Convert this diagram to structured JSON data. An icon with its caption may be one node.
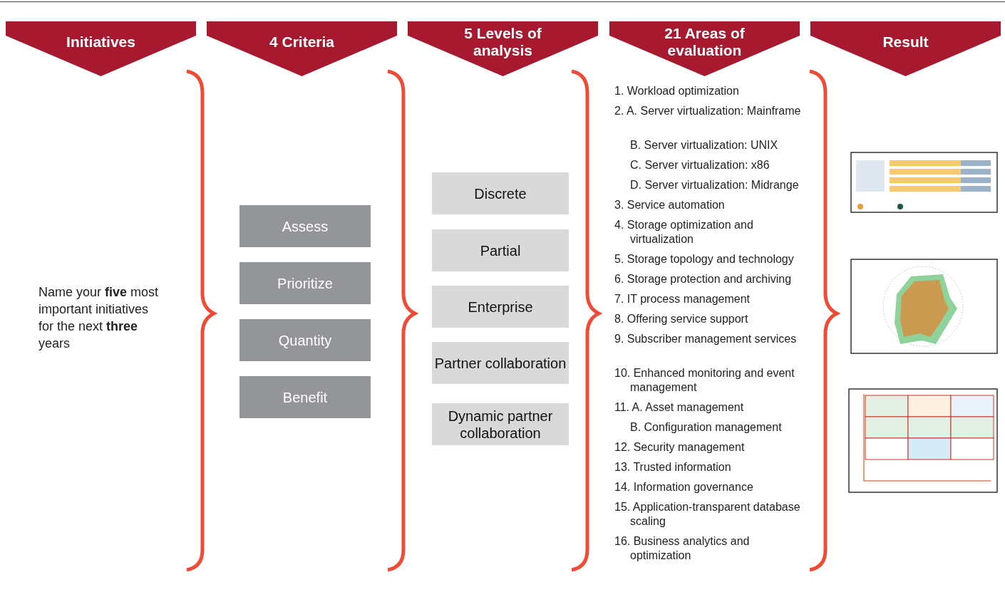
{
  "diagram": {
    "nodes": [
      {
        "text": [
          "Initiatives"
        ]
      },
      {
        "text": [
          "4 Criteria"
        ]
      },
      {
        "text": [
          "5 Levels of analysis"
        ]
      },
      {
        "text": [
          "21 Areas of evaluation"
        ]
      },
      {
        "text": [
          "Result"
        ]
      },
      {
        "text": [
          "Assess"
        ]
      },
      {
        "text": [
          "Prioritize"
        ]
      },
      {
        "text": [
          "Quantity"
        ]
      },
      {
        "text": [
          "Benefit"
        ]
      },
      {
        "text": [
          "Discrete"
        ]
      },
      {
        "text": [
          "Partial"
        ]
      },
      {
        "text": [
          "Enterprise"
        ]
      },
      {
        "text": [
          "Partner collaboration"
        ]
      },
      {
        "text": [
          "Dynamic partner collaboration"
        ]
      }
    ],
    "edges": [],
    "labels": [
      "Name your **five** most important initiatives for the next **three** years",
      "1. Workload optimization",
      "2. A. Server virtualization: Mainframe",
      "B. Server virtualization: UNIX",
      "C. Server virtualization: x86",
      "D. Server virtualization: Midrange",
      "3. Service automation",
      "4. Storage optimization and virtualization",
      "5. Storage topology and technology",
      "6. Storage protection and archiving",
      "7. IT process management",
      "8. Offering service support",
      "9. Subscriber management services",
      "10. Enhanced monitoring and event management",
      "11. A. Asset management",
      "B. Configuration management",
      "12. Security management",
      "13. Trusted information",
      "14. Information governance",
      "15. Application-transparent database scaling",
      "16. Business analytics and optimization"
    ]
  }
}
